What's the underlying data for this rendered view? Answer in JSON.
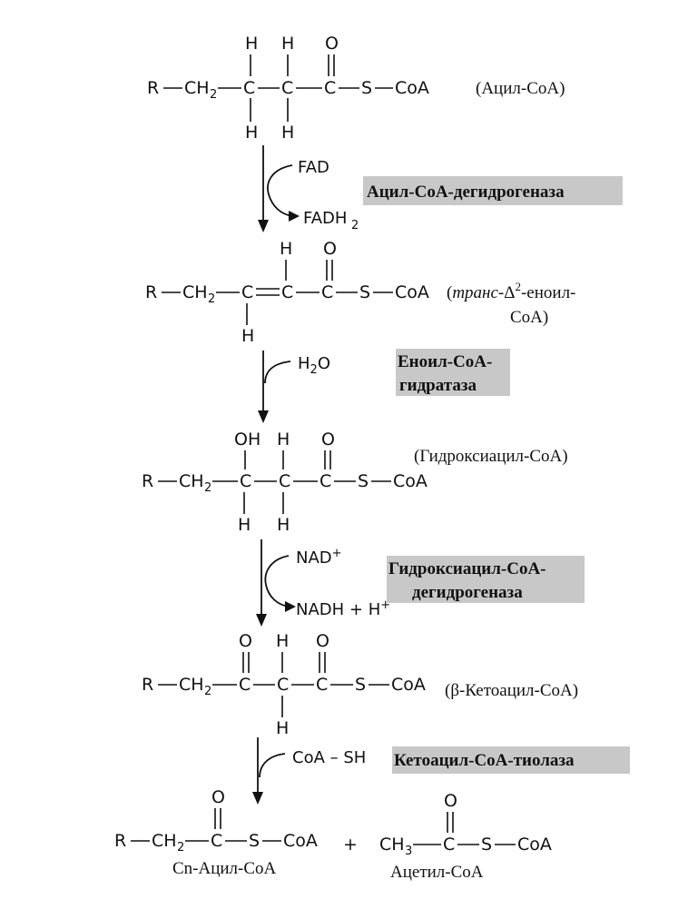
{
  "colors": {
    "ink": "#111111",
    "enzyme_highlight": "#c8c8c8",
    "background": "#ffffff"
  },
  "compounds": {
    "acyl_coa": {
      "label": "(Ацил-CoA)"
    },
    "enoyl_coa": {
      "label_italic": "транс",
      "label_rest": "-Δ",
      "label_sup": "2",
      "label_tail": "-еноил-",
      "label_line2": "CoA)"
    },
    "hydroxyacyl_coa": {
      "label": "(Гидроксиацил-CoA)"
    },
    "ketoacyl_coa": {
      "label": "(β-Кетоацил-CoA)"
    },
    "cn_acyl_coa": {
      "label": "Cn-Ацил-CoA"
    },
    "acetyl_coa": {
      "label": "Ацетил-CoA"
    }
  },
  "atoms": {
    "R": "R",
    "CH": "CH",
    "two": "2",
    "C": "C",
    "H": "H",
    "O": "O",
    "OH": "OH",
    "S": "S",
    "CoA": "CoA",
    "CH3": "CH",
    "three": "3",
    "plus": "+"
  },
  "steps": [
    {
      "reagent_in": "FAD",
      "reagent_out": "FADH",
      "reagent_out_sub": "2",
      "enzyme": "Ацил-CoA-дегидрогеназа"
    },
    {
      "reagent_in": "H",
      "reagent_in_sub": "2",
      "reagent_in_tail": "O",
      "enzyme_line1": "Еноил-CoA-",
      "enzyme_line2": "гидратаза"
    },
    {
      "reagent_in": "NAD",
      "reagent_in_sup": "+",
      "reagent_out": "NADH + H",
      "reagent_out_sup": "+",
      "enzyme_line1": "Гидроксиацил-CoA-",
      "enzyme_line2": "дегидрогеназа"
    },
    {
      "reagent_in": "CoA – SH",
      "enzyme": "Кетоацил-CoA-тиолаза"
    }
  ]
}
